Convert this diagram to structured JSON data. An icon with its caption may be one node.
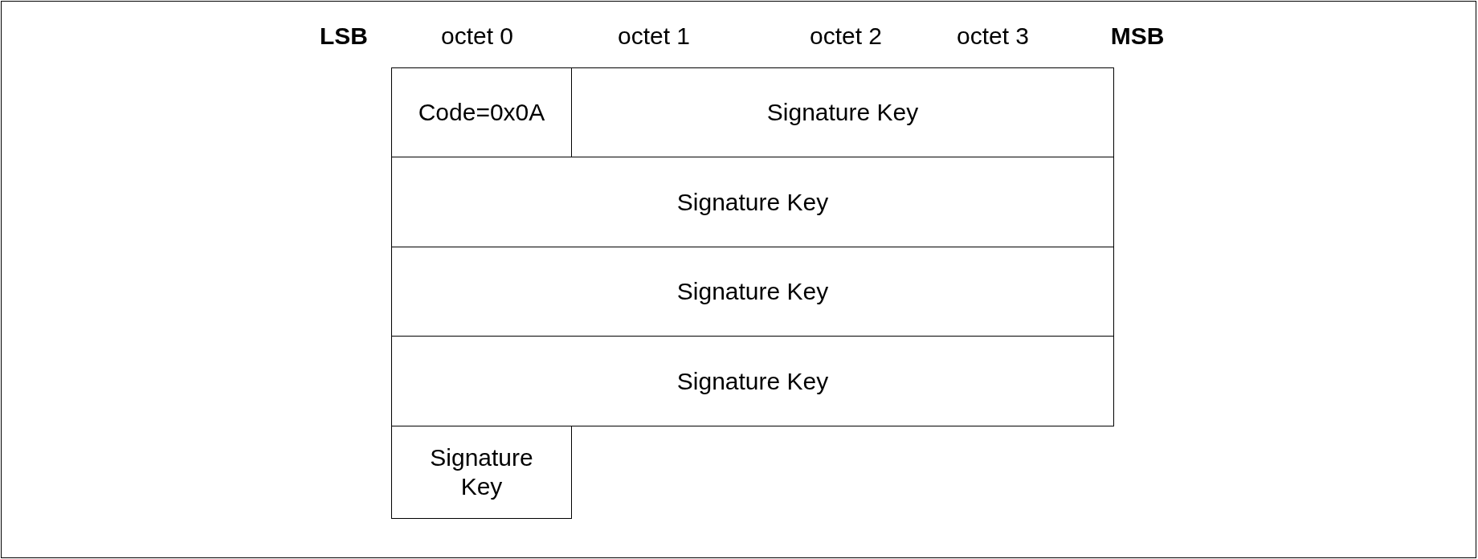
{
  "diagram": {
    "nodes": [
      {
        "text": [
          "Code=0x0A"
        ]
      },
      {
        "text": [
          "Signature Key"
        ]
      },
      {
        "text": [
          "Signature Key"
        ]
      },
      {
        "text": [
          "Signature Key"
        ]
      },
      {
        "text": [
          "Signature Key"
        ]
      },
      {
        "text": [
          "Signature Key"
        ]
      }
    ],
    "labels": [
      "LSB",
      "octet 0",
      "octet 1",
      "octet 2",
      "octet 3",
      "MSB"
    ]
  }
}
